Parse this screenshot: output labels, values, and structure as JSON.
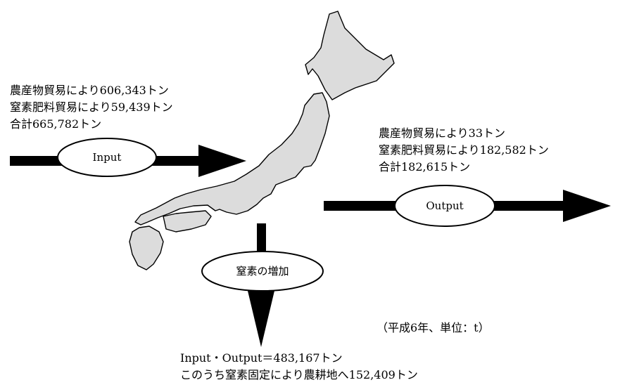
{
  "input": {
    "label": "Input",
    "lines": [
      "農産物貿易により606,343トン",
      "窒素肥料貿易により59,439トン",
      "合計665,782トン"
    ]
  },
  "output": {
    "label": "Output",
    "lines": [
      "農産物貿易により33トン",
      "窒素肥料貿易により182,582トン",
      "合計182,615トン"
    ]
  },
  "increase": {
    "label": "窒素の増加",
    "lines": [
      "Input・Output＝483,167トン",
      "このうち窒素固定により農耕地へ152,409トン"
    ]
  },
  "note": "（平成6年、単位：t）",
  "colors": {
    "map_fill": "#dcdcdc",
    "ink": "#000000",
    "background": "#ffffff"
  }
}
